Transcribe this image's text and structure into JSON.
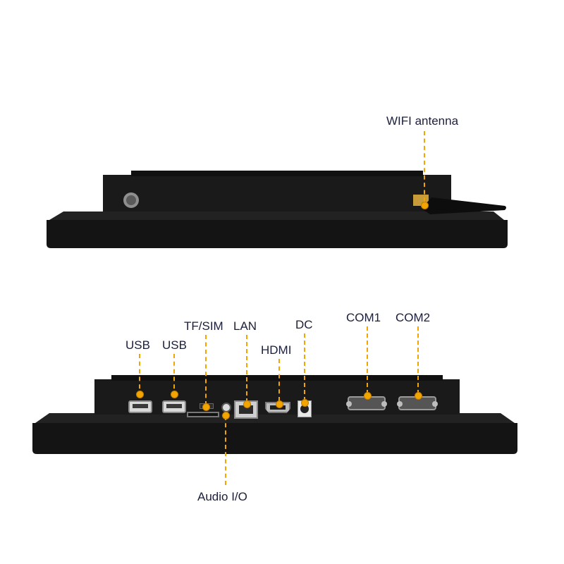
{
  "labels": {
    "wifi": "WIFI antenna",
    "usb1": "USB",
    "usb2": "USB",
    "tfsim": "TF/SIM",
    "lan": "LAN",
    "hdmi": "HDMI",
    "dc": "DC",
    "com1": "COM1",
    "com2": "COM2",
    "audio": "Audio I/O"
  },
  "colors": {
    "accent": "#f2a400",
    "label_text": "#1b1f3a",
    "device_body": "#111111"
  }
}
